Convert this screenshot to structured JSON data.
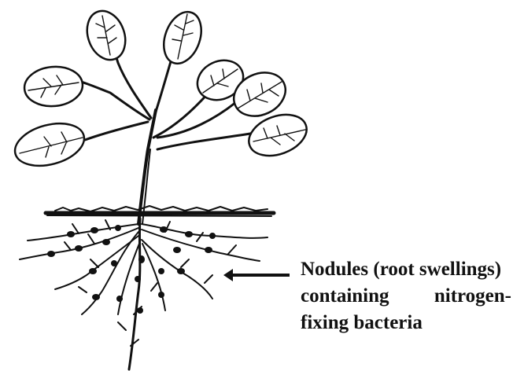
{
  "annotation": {
    "line1": "Nodules (root swellings)",
    "line2_a": "containing",
    "line2_b": "nitrogen-",
    "line3": "fixing bacteria"
  },
  "colors": {
    "ink": "#111111",
    "background": "#ffffff"
  }
}
